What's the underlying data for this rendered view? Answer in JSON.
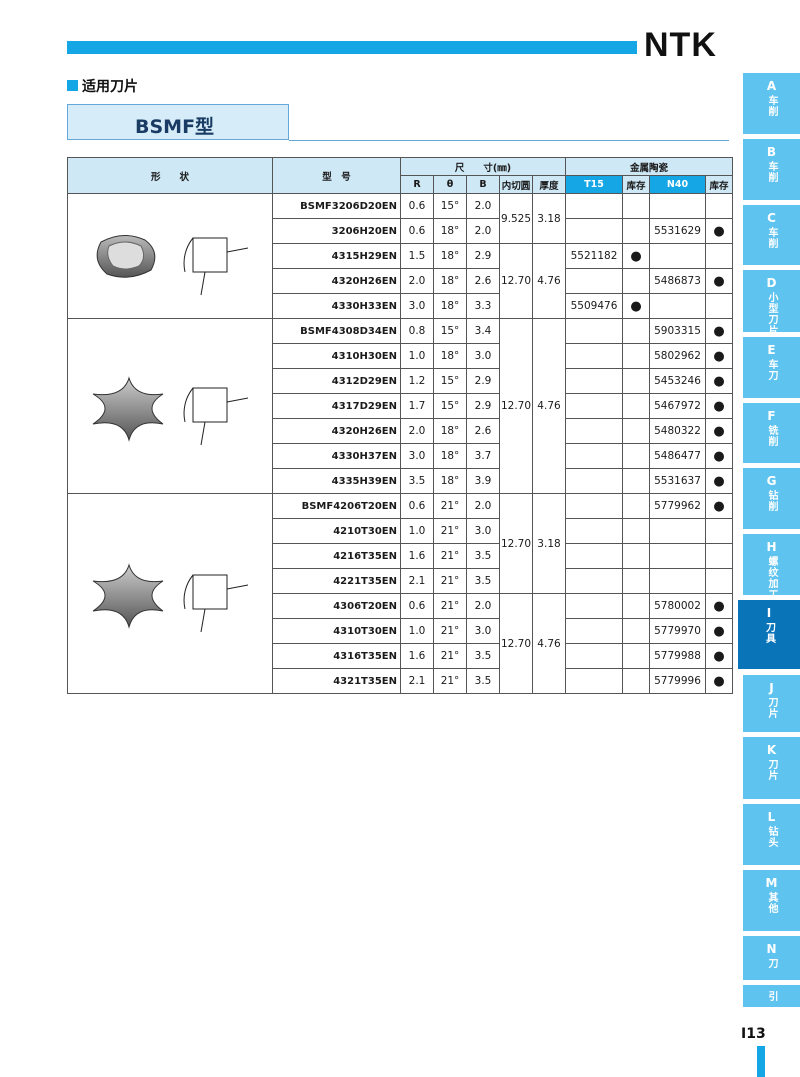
{
  "header": {
    "logo": "NTK",
    "section_title": "适用刀片",
    "type_label": "BSMF型"
  },
  "table": {
    "headers": {
      "shape": "形　　状",
      "model": "型　号",
      "dims": "尺　　寸(㎜)",
      "material": "金属陶瓷",
      "r": "R",
      "theta": "θ",
      "b": "B",
      "ic": "内切圆",
      "thickness": "厚度",
      "t15": "T15",
      "stock1": "库存",
      "n40": "N40",
      "stock2": "库存"
    },
    "groups": [
      {
        "shape_icon": "square-insert-icon",
        "rows": [
          {
            "model": "BSMF3206D20EN",
            "r": "0.6",
            "theta": "15°",
            "b": "2.0",
            "t15": "",
            "s1": "",
            "n40": "",
            "s2": ""
          },
          {
            "model": "3206H20EN",
            "r": "0.6",
            "theta": "18°",
            "b": "2.0",
            "t15": "",
            "s1": "",
            "n40": "5531629",
            "s2": "●"
          },
          {
            "model": "4315H29EN",
            "r": "1.5",
            "theta": "18°",
            "b": "2.9",
            "t15": "5521182",
            "s1": "●",
            "n40": "",
            "s2": ""
          },
          {
            "model": "4320H26EN",
            "r": "2.0",
            "theta": "18°",
            "b": "2.6",
            "t15": "",
            "s1": "",
            "n40": "5486873",
            "s2": "●"
          },
          {
            "model": "4330H33EN",
            "r": "3.0",
            "theta": "18°",
            "b": "3.3",
            "t15": "5509476",
            "s1": "●",
            "n40": "",
            "s2": ""
          }
        ],
        "dim_spans": [
          {
            "ic": "9.525",
            "thickness": "3.18"
          },
          {
            "ic": "12.70",
            "thickness": "4.76"
          }
        ]
      },
      {
        "shape_icon": "cross-insert-icon",
        "rows": [
          {
            "model": "BSMF4308D34EN",
            "r": "0.8",
            "theta": "15°",
            "b": "3.4",
            "t15": "",
            "s1": "",
            "n40": "5903315",
            "s2": "●"
          },
          {
            "model": "4310H30EN",
            "r": "1.0",
            "theta": "18°",
            "b": "3.0",
            "t15": "",
            "s1": "",
            "n40": "5802962",
            "s2": "●"
          },
          {
            "model": "4312D29EN",
            "r": "1.2",
            "theta": "15°",
            "b": "2.9",
            "t15": "",
            "s1": "",
            "n40": "5453246",
            "s2": "●"
          },
          {
            "model": "4317D29EN",
            "r": "1.7",
            "theta": "15°",
            "b": "2.9",
            "t15": "",
            "s1": "",
            "n40": "5467972",
            "s2": "●"
          },
          {
            "model": "4320H26EN",
            "r": "2.0",
            "theta": "18°",
            "b": "2.6",
            "t15": "",
            "s1": "",
            "n40": "5480322",
            "s2": "●"
          },
          {
            "model": "4330H37EN",
            "r": "3.0",
            "theta": "18°",
            "b": "3.7",
            "t15": "",
            "s1": "",
            "n40": "5486477",
            "s2": "●"
          },
          {
            "model": "4335H39EN",
            "r": "3.5",
            "theta": "18°",
            "b": "3.9",
            "t15": "",
            "s1": "",
            "n40": "5531637",
            "s2": "●"
          }
        ],
        "dim_spans": [
          {
            "ic": "12.70",
            "thickness": "4.76"
          }
        ]
      },
      {
        "shape_icon": "cross-insert-icon",
        "rows": [
          {
            "model": "BSMF4206T20EN",
            "r": "0.6",
            "theta": "21°",
            "b": "2.0",
            "t15": "",
            "s1": "",
            "n40": "5779962",
            "s2": "●"
          },
          {
            "model": "4210T30EN",
            "r": "1.0",
            "theta": "21°",
            "b": "3.0",
            "t15": "",
            "s1": "",
            "n40": "",
            "s2": ""
          },
          {
            "model": "4216T35EN",
            "r": "1.6",
            "theta": "21°",
            "b": "3.5",
            "t15": "",
            "s1": "",
            "n40": "",
            "s2": ""
          },
          {
            "model": "4221T35EN",
            "r": "2.1",
            "theta": "21°",
            "b": "3.5",
            "t15": "",
            "s1": "",
            "n40": "",
            "s2": ""
          },
          {
            "model": "4306T20EN",
            "r": "0.6",
            "theta": "21°",
            "b": "2.0",
            "t15": "",
            "s1": "",
            "n40": "5780002",
            "s2": "●"
          },
          {
            "model": "4310T30EN",
            "r": "1.0",
            "theta": "21°",
            "b": "3.0",
            "t15": "",
            "s1": "",
            "n40": "5779970",
            "s2": "●"
          },
          {
            "model": "4316T35EN",
            "r": "1.6",
            "theta": "21°",
            "b": "3.5",
            "t15": "",
            "s1": "",
            "n40": "5779988",
            "s2": "●"
          },
          {
            "model": "4321T35EN",
            "r": "2.1",
            "theta": "21°",
            "b": "3.5",
            "t15": "",
            "s1": "",
            "n40": "5779996",
            "s2": "●"
          }
        ],
        "dim_spans": [
          {
            "ic": "12.70",
            "thickness": "3.18"
          },
          {
            "ic": "12.70",
            "thickness": "4.76"
          }
        ]
      }
    ]
  },
  "sidebar": [
    {
      "letter": "A",
      "label": "车削"
    },
    {
      "letter": "B",
      "label": "车削"
    },
    {
      "letter": "C",
      "label": "车削"
    },
    {
      "letter": "D",
      "label": "小型刀片"
    },
    {
      "letter": "E",
      "label": "车刀"
    },
    {
      "letter": "F",
      "label": "铣削"
    },
    {
      "letter": "G",
      "label": "钻削"
    },
    {
      "letter": "H",
      "label": "螺纹加工"
    },
    {
      "letter": "I",
      "label": "刀具"
    },
    {
      "letter": "J",
      "label": "刀片"
    },
    {
      "letter": "K",
      "label": "刀片"
    },
    {
      "letter": "L",
      "label": "钻头"
    },
    {
      "letter": "M",
      "label": "其他"
    },
    {
      "letter": "N",
      "label": "刀"
    },
    {
      "letter": "",
      "label": "引"
    }
  ],
  "page_number": "I13",
  "colors": {
    "accent": "#15a6e6",
    "header_fill": "#cfe8f5",
    "active_tab": "#0a74b8"
  }
}
